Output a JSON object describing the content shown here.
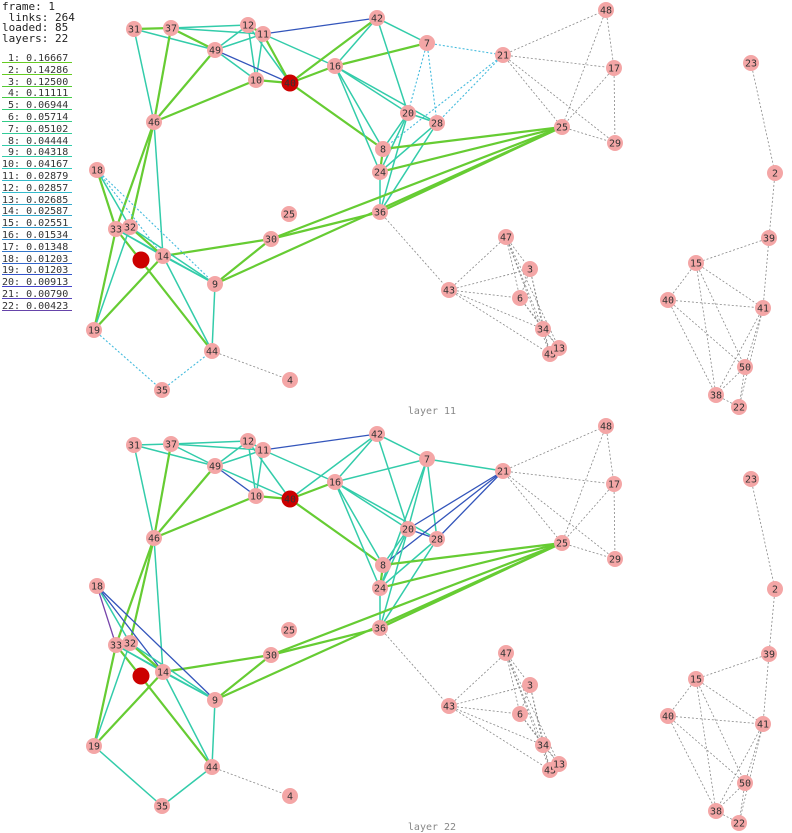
{
  "stats": {
    "frame": "frame: 1",
    "links": " links: 264",
    "loaded": "loaded: 85",
    "layers": "layers: 22"
  },
  "legend": [
    {
      "label": " 1: 0.16667",
      "color": "#66cc22"
    },
    {
      "label": " 2: 0.14286",
      "color": "#66cc22"
    },
    {
      "label": " 3: 0.12500",
      "color": "#55cc33"
    },
    {
      "label": " 4: 0.11111",
      "color": "#44cc44"
    },
    {
      "label": " 5: 0.06944",
      "color": "#33cc77"
    },
    {
      "label": " 6: 0.05714",
      "color": "#33cc88"
    },
    {
      "label": " 7: 0.05102",
      "color": "#33cc99"
    },
    {
      "label": " 8: 0.04444",
      "color": "#33ccaa"
    },
    {
      "label": " 9: 0.04318",
      "color": "#33ccaa"
    },
    {
      "label": "10: 0.04167",
      "color": "#33ccbb"
    },
    {
      "label": "11: 0.02879",
      "color": "#33bbcc"
    },
    {
      "label": "12: 0.02857",
      "color": "#33bbcc"
    },
    {
      "label": "13: 0.02685",
      "color": "#33aacc"
    },
    {
      "label": "14: 0.02587",
      "color": "#33aacc"
    },
    {
      "label": "15: 0.02551",
      "color": "#3399cc"
    },
    {
      "label": "16: 0.01534",
      "color": "#3388cc"
    },
    {
      "label": "17: 0.01348",
      "color": "#3377cc"
    },
    {
      "label": "18: 0.01203",
      "color": "#3366cc"
    },
    {
      "label": "19: 0.01203",
      "color": "#3355cc"
    },
    {
      "label": "20: 0.00913",
      "color": "#4444cc"
    },
    {
      "label": "21: 0.00790",
      "color": "#5544bb"
    },
    {
      "label": "22: 0.00423",
      "color": "#6644aa"
    }
  ],
  "colors": {
    "node_fill": "#f4a6a6",
    "highlight_fill": "#cc0000",
    "dashed_edge": "#888888"
  },
  "layers": [
    {
      "label": "layer 11",
      "highlighted": [
        "14",
        "40"
      ],
      "edges": [
        [
          "31",
          "37",
          "g"
        ],
        [
          "31",
          "46",
          "t"
        ],
        [
          "31",
          "49",
          "t"
        ],
        [
          "37",
          "49",
          "g"
        ],
        [
          "37",
          "12",
          "t"
        ],
        [
          "37",
          "11",
          "t"
        ],
        [
          "37",
          "46",
          "g"
        ],
        [
          "12",
          "11",
          "g"
        ],
        [
          "12",
          "49",
          "t"
        ],
        [
          "12",
          "10",
          "t"
        ],
        [
          "12",
          "40",
          "t"
        ],
        [
          "11",
          "49",
          "t"
        ],
        [
          "11",
          "16",
          "t"
        ],
        [
          "11",
          "40",
          "g"
        ],
        [
          "11",
          "10",
          "t"
        ],
        [
          "11",
          "42",
          "b"
        ],
        [
          "49",
          "10",
          "t"
        ],
        [
          "49",
          "40",
          "b"
        ],
        [
          "49",
          "46",
          "g"
        ],
        [
          "10",
          "40",
          "g"
        ],
        [
          "46",
          "10",
          "g"
        ],
        [
          "46",
          "33",
          "g"
        ],
        [
          "46",
          "32",
          "g"
        ],
        [
          "46",
          "14",
          "t"
        ],
        [
          "40",
          "16",
          "g"
        ],
        [
          "40",
          "42",
          "g"
        ],
        [
          "40",
          "8",
          "g"
        ],
        [
          "16",
          "42",
          "t"
        ],
        [
          "16",
          "7",
          "g"
        ],
        [
          "16",
          "20",
          "t"
        ],
        [
          "16",
          "28",
          "t"
        ],
        [
          "16",
          "8",
          "t"
        ],
        [
          "16",
          "24",
          "t"
        ],
        [
          "42",
          "7",
          "t"
        ],
        [
          "42",
          "20",
          "t"
        ],
        [
          "7",
          "20",
          "l"
        ],
        [
          "7",
          "28",
          "l"
        ],
        [
          "7",
          "21",
          "l"
        ],
        [
          "21",
          "28",
          "l"
        ],
        [
          "21",
          "8",
          "l"
        ],
        [
          "20",
          "28",
          "t"
        ],
        [
          "20",
          "8",
          "t"
        ],
        [
          "20",
          "24",
          "t"
        ],
        [
          "20",
          "36",
          "t"
        ],
        [
          "28",
          "24",
          "t"
        ],
        [
          "28",
          "36",
          "t"
        ],
        [
          "8",
          "24",
          "g"
        ],
        [
          "8",
          "25",
          "g"
        ],
        [
          "24",
          "36",
          "t"
        ],
        [
          "24",
          "25",
          "g"
        ],
        [
          "25",
          "36",
          "g"
        ],
        [
          "25",
          "30",
          "g"
        ],
        [
          "30",
          "36",
          "g"
        ],
        [
          "30",
          "9",
          "g"
        ],
        [
          "25",
          "9",
          "g"
        ],
        [
          "14",
          "30",
          "g"
        ],
        [
          "18",
          "33",
          "g"
        ],
        [
          "18",
          "32",
          "t"
        ],
        [
          "18",
          "14",
          "l"
        ],
        [
          "18",
          "9",
          "l"
        ],
        [
          "33",
          "32",
          "g"
        ],
        [
          "33",
          "14",
          "t"
        ],
        [
          "33",
          "19",
          "g"
        ],
        [
          "33",
          "9",
          "t"
        ],
        [
          "33",
          "44",
          "g"
        ],
        [
          "32",
          "14",
          "g"
        ],
        [
          "32",
          "9",
          "t"
        ],
        [
          "14",
          "9",
          "t"
        ],
        [
          "14",
          "19",
          "g"
        ],
        [
          "14",
          "44",
          "t"
        ],
        [
          "9",
          "44",
          "t"
        ],
        [
          "19",
          "35",
          "l"
        ],
        [
          "35",
          "44",
          "l"
        ],
        [
          "19",
          "32",
          "t"
        ]
      ]
    },
    {
      "label": "layer 22",
      "highlighted": [
        "14",
        "40"
      ],
      "edges": [
        [
          "31",
          "37",
          "t"
        ],
        [
          "31",
          "46",
          "t"
        ],
        [
          "31",
          "49",
          "t"
        ],
        [
          "37",
          "49",
          "t"
        ],
        [
          "37",
          "12",
          "t"
        ],
        [
          "37",
          "11",
          "t"
        ],
        [
          "37",
          "46",
          "g"
        ],
        [
          "12",
          "11",
          "t"
        ],
        [
          "12",
          "49",
          "t"
        ],
        [
          "12",
          "10",
          "t"
        ],
        [
          "12",
          "40",
          "t"
        ],
        [
          "11",
          "49",
          "t"
        ],
        [
          "11",
          "16",
          "t"
        ],
        [
          "11",
          "10",
          "t"
        ],
        [
          "11",
          "42",
          "b"
        ],
        [
          "49",
          "10",
          "b"
        ],
        [
          "49",
          "40",
          "t"
        ],
        [
          "49",
          "46",
          "g"
        ],
        [
          "10",
          "40",
          "g"
        ],
        [
          "46",
          "10",
          "g"
        ],
        [
          "46",
          "33",
          "g"
        ],
        [
          "46",
          "32",
          "g"
        ],
        [
          "46",
          "14",
          "t"
        ],
        [
          "40",
          "16",
          "g"
        ],
        [
          "40",
          "42",
          "t"
        ],
        [
          "40",
          "8",
          "g"
        ],
        [
          "16",
          "42",
          "t"
        ],
        [
          "16",
          "7",
          "t"
        ],
        [
          "16",
          "20",
          "t"
        ],
        [
          "16",
          "28",
          "t"
        ],
        [
          "16",
          "8",
          "t"
        ],
        [
          "16",
          "24",
          "t"
        ],
        [
          "42",
          "7",
          "t"
        ],
        [
          "42",
          "20",
          "t"
        ],
        [
          "7",
          "21",
          "t"
        ],
        [
          "7",
          "20",
          "t"
        ],
        [
          "7",
          "28",
          "t"
        ],
        [
          "7",
          "24",
          "t"
        ],
        [
          "21",
          "20",
          "b"
        ],
        [
          "21",
          "8",
          "b"
        ],
        [
          "21",
          "28",
          "b"
        ],
        [
          "20",
          "28",
          "b"
        ],
        [
          "20",
          "8",
          "t"
        ],
        [
          "20",
          "24",
          "t"
        ],
        [
          "20",
          "36",
          "t"
        ],
        [
          "28",
          "24",
          "t"
        ],
        [
          "28",
          "36",
          "t"
        ],
        [
          "8",
          "24",
          "g"
        ],
        [
          "8",
          "25",
          "g"
        ],
        [
          "24",
          "36",
          "t"
        ],
        [
          "24",
          "25",
          "g"
        ],
        [
          "25",
          "36",
          "g"
        ],
        [
          "25",
          "30",
          "g"
        ],
        [
          "30",
          "36",
          "g"
        ],
        [
          "30",
          "9",
          "g"
        ],
        [
          "25",
          "9",
          "g"
        ],
        [
          "14",
          "30",
          "g"
        ],
        [
          "18",
          "33",
          "p"
        ],
        [
          "18",
          "32",
          "t"
        ],
        [
          "18",
          "14",
          "b"
        ],
        [
          "18",
          "9",
          "b"
        ],
        [
          "33",
          "32",
          "g"
        ],
        [
          "33",
          "14",
          "t"
        ],
        [
          "33",
          "19",
          "g"
        ],
        [
          "33",
          "9",
          "t"
        ],
        [
          "33",
          "44",
          "g"
        ],
        [
          "32",
          "14",
          "g"
        ],
        [
          "32",
          "9",
          "t"
        ],
        [
          "14",
          "9",
          "t"
        ],
        [
          "14",
          "19",
          "g"
        ],
        [
          "14",
          "44",
          "t"
        ],
        [
          "9",
          "44",
          "t"
        ],
        [
          "19",
          "35",
          "t"
        ],
        [
          "35",
          "44",
          "t"
        ],
        [
          "19",
          "32",
          "t"
        ]
      ]
    }
  ],
  "edge_styles": {
    "g": {
      "color": "#66cc33",
      "width": 2.2,
      "dash": ""
    },
    "t": {
      "color": "#33ccaa",
      "width": 1.5,
      "dash": ""
    },
    "b": {
      "color": "#3355bb",
      "width": 1.3,
      "dash": ""
    },
    "p": {
      "color": "#7744aa",
      "width": 1.3,
      "dash": ""
    },
    "l": {
      "color": "#44bbdd",
      "width": 1.1,
      "dash": "2,2"
    }
  },
  "dashed_edges": [
    [
      "21",
      "48"
    ],
    [
      "21",
      "17"
    ],
    [
      "21",
      "25"
    ],
    [
      "21",
      "29"
    ],
    [
      "48",
      "17"
    ],
    [
      "48",
      "25"
    ],
    [
      "17",
      "25"
    ],
    [
      "17",
      "29"
    ],
    [
      "25",
      "29"
    ],
    [
      "36",
      "43"
    ],
    [
      "43",
      "47"
    ],
    [
      "43",
      "3"
    ],
    [
      "43",
      "6"
    ],
    [
      "43",
      "34"
    ],
    [
      "43",
      "45"
    ],
    [
      "47",
      "3"
    ],
    [
      "47",
      "6"
    ],
    [
      "47",
      "34"
    ],
    [
      "47",
      "45"
    ],
    [
      "47",
      "13"
    ],
    [
      "3",
      "6"
    ],
    [
      "3",
      "34"
    ],
    [
      "3",
      "45"
    ],
    [
      "6",
      "34"
    ],
    [
      "6",
      "13"
    ],
    [
      "34",
      "45"
    ],
    [
      "34",
      "13"
    ],
    [
      "45",
      "13"
    ],
    [
      "44",
      "4"
    ],
    [
      "23",
      "2"
    ],
    [
      "2",
      "39"
    ],
    [
      "39",
      "15"
    ],
    [
      "39",
      "41"
    ],
    [
      "15",
      "40b"
    ],
    [
      "15",
      "41"
    ],
    [
      "15",
      "50"
    ],
    [
      "15",
      "38"
    ],
    [
      "40b",
      "41"
    ],
    [
      "40b",
      "50"
    ],
    [
      "40b",
      "38"
    ],
    [
      "41",
      "50"
    ],
    [
      "41",
      "38"
    ],
    [
      "41",
      "22"
    ],
    [
      "50",
      "38"
    ],
    [
      "50",
      "22"
    ],
    [
      "38",
      "22"
    ]
  ],
  "nodes": [
    "31",
    "37",
    "12",
    "11",
    "42",
    "49",
    "10",
    "40",
    "16",
    "7",
    "21",
    "48",
    "17",
    "25",
    "29",
    "46",
    "20",
    "28",
    "8",
    "24",
    "18",
    "33",
    "32",
    "14",
    "9",
    "25b",
    "30",
    "36",
    "47",
    "3",
    "6",
    "43",
    "34",
    "45",
    "13",
    "19",
    "44",
    "35",
    "4",
    "23",
    "2",
    "39",
    "15",
    "40b",
    "41",
    "50",
    "38",
    "22"
  ],
  "node_labels": {
    "31": "31",
    "37": "37",
    "12": "12",
    "11": "11",
    "42": "42",
    "49": "49",
    "10": "10",
    "40": "40",
    "16": "16",
    "7": "7",
    "21": "21",
    "48": "48",
    "17": "17",
    "25": "25",
    "29": "29",
    "46": "46",
    "20": "20",
    "28": "28",
    "8": "8",
    "24": "24",
    "18": "18",
    "33": "33",
    "32": "32",
    "14": "14",
    "9": "9",
    "25b": "25",
    "30": "30",
    "36": "36",
    "47": "47",
    "3": "3",
    "6": "6",
    "43": "43",
    "34": "34",
    "45": "45",
    "13": "13",
    "19": "19",
    "44": "44",
    "35": "35",
    "4": "4",
    "23": "23",
    "2": "2",
    "39": "39",
    "15": "15",
    "40b": "40",
    "41": "41",
    "50": "50",
    "38": "38",
    "22": "22"
  }
}
